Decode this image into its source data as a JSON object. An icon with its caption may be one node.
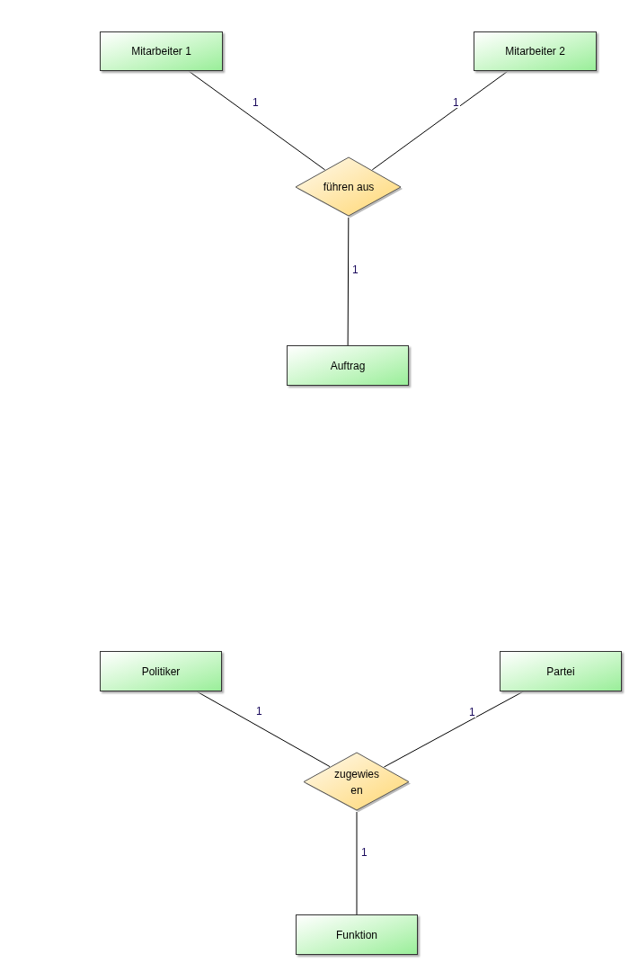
{
  "diagram": {
    "nodes": [
      {
        "text": [
          "Mitarbeiter 1"
        ]
      },
      {
        "text": [
          "Mitarbeiter 2"
        ]
      },
      {
        "text": [
          "führen aus"
        ]
      },
      {
        "text": [
          "Auftrag"
        ]
      },
      {
        "text": [
          "Politiker"
        ]
      },
      {
        "text": [
          "Partei"
        ]
      },
      {
        "text": [
          "zugewies en"
        ]
      },
      {
        "text": [
          "Funktion"
        ]
      }
    ],
    "edges": [
      {
        "from": 0,
        "to": 2,
        "arrow": "none",
        "label": "1"
      },
      {
        "from": 1,
        "to": 2,
        "arrow": "none",
        "label": "1"
      },
      {
        "from": 2,
        "to": 3,
        "arrow": "none",
        "label": "1"
      },
      {
        "from": 4,
        "to": 6,
        "arrow": "none",
        "label": "1"
      },
      {
        "from": 5,
        "to": 6,
        "arrow": "none",
        "label": "1"
      },
      {
        "from": 6,
        "to": 7,
        "arrow": "none",
        "label": "1"
      }
    ]
  }
}
